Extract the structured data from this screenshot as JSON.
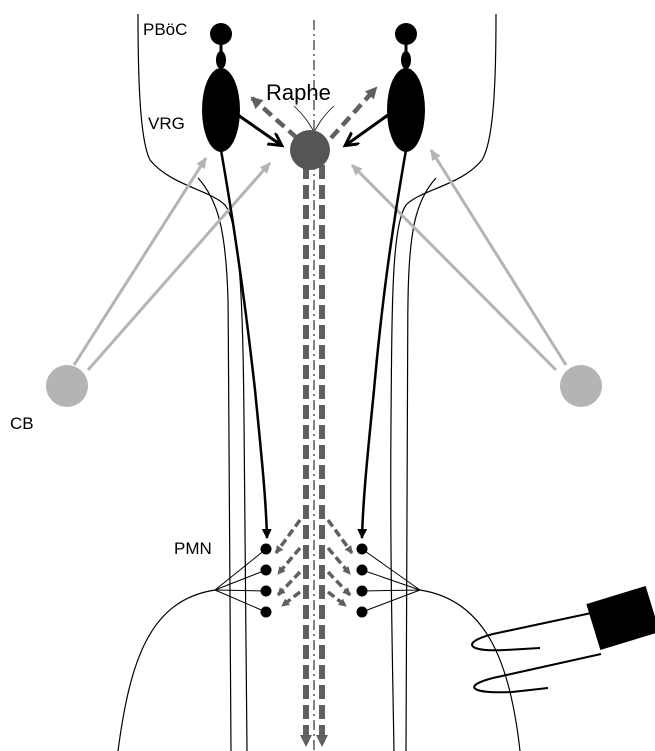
{
  "labels": {
    "pboc": "PBöC",
    "raphe": "Raphe",
    "vrg": "VRG",
    "cb": "CB",
    "pmn": "PMN"
  },
  "colors": {
    "neuron_black": "#000000",
    "raphe_nucleus": "#555555",
    "serotonergic_dashed": "#606060",
    "cb_afferent": "#b4b4b4",
    "outline": "#000000"
  }
}
